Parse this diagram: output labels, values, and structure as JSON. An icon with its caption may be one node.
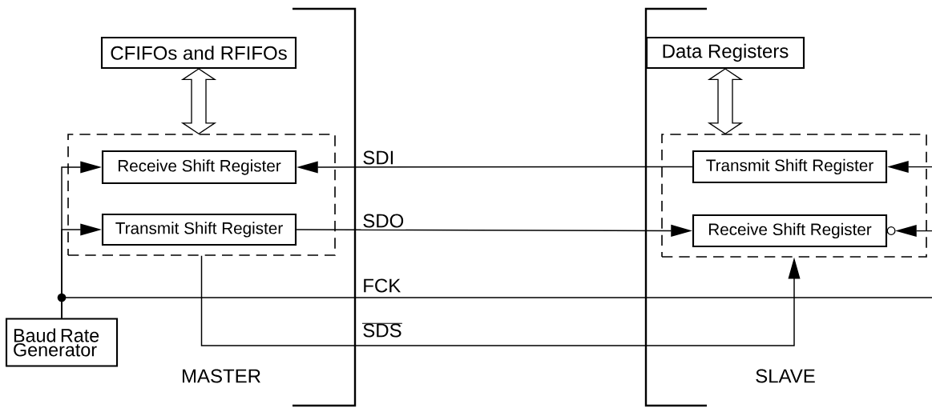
{
  "diagram": {
    "nodes": [
      {
        "text": [
          "CFIFOs and RFIFOs"
        ]
      },
      {
        "text": [
          "Data Registers"
        ]
      },
      {
        "text": [],
        "shape": "box"
      },
      {
        "text": [
          "Receive Shift Register"
        ],
        "in": 2
      },
      {
        "text": [
          "Transmit Shift Register"
        ],
        "in": 2
      },
      {
        "text": [],
        "shape": "box"
      },
      {
        "text": [
          "Transmit Shift Register"
        ],
        "in": 5
      },
      {
        "text": [
          "Receive Shift Register"
        ],
        "in": 5
      },
      {
        "text": [
          "Baud Rate Generator"
        ]
      }
    ],
    "edges": [
      {
        "from": 0,
        "to": 2,
        "arrow": "both"
      },
      {
        "from": 1,
        "to": 5,
        "arrow": "both"
      },
      {
        "from": 6,
        "to": 3,
        "arrow": "to",
        "label": "SDI"
      },
      {
        "from": 4,
        "to": 7,
        "arrow": "to",
        "label": "SDO"
      },
      {
        "from": 8,
        "to": 3,
        "arrow": "to"
      },
      {
        "from": 8,
        "to": 4,
        "arrow": "to"
      },
      {
        "from": 8,
        "to": null,
        "arrow": "none",
        "label": "FCK"
      },
      {
        "from": null,
        "to": 6,
        "arrow": "to"
      },
      {
        "from": null,
        "to": 7,
        "arrow": "to"
      },
      {
        "from": 2,
        "to": 5,
        "arrow": "to",
        "label": "SDS"
      }
    ],
    "labels": [
      "MASTER",
      "SLAVE"
    ]
  }
}
